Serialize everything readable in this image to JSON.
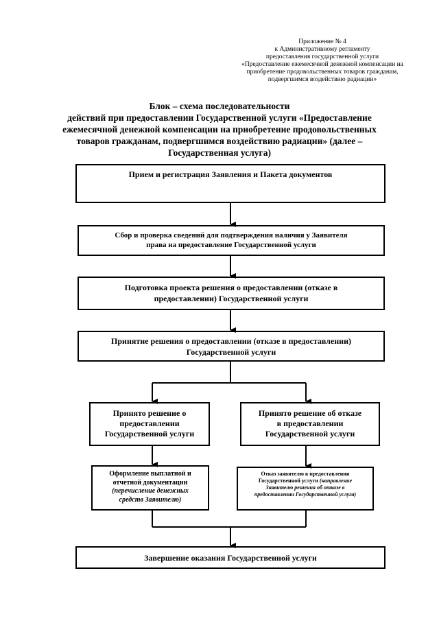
{
  "appendix": {
    "lines": [
      "Приложение № 4",
      "к Административному регламенту",
      "предоставления государственной услуги",
      "«Предоставление ежемесячной денежной компенсации на",
      "приобретение продовольственных товаров гражданам,",
      "подвергшимся воздействию радиации»"
    ]
  },
  "title": {
    "lines": [
      "Блок – схема последовательности",
      "действий при предоставлении Государственной услуги «Предоставление",
      "ежемесячной денежной компенсации на приобретение продовольственных",
      "товаров гражданам, подвергшимся воздействию радиации»  (далее –",
      "Государственная услуга)"
    ]
  },
  "steps": {
    "reception": {
      "lines": [
        "Прием и регистрация Заявления и Пакета документов"
      ]
    },
    "verification": {
      "lines": [
        "Сбор и проверка сведений для подтверждения наличия у Заявителя",
        "права  на предоставление Государственной услуги"
      ]
    },
    "draft": {
      "lines": [
        "Подготовка проекта решения о предоставлении (отказе в",
        "предоставлении) Государственной услуги"
      ]
    },
    "decision": {
      "lines": [
        "Принятие решения о предоставлении (отказе в предоставлении)",
        "Государственной услуги"
      ]
    },
    "approved": {
      "lines": [
        "Принято решение о",
        "предоставлении",
        "Государственной услуги"
      ]
    },
    "refused": {
      "lines": [
        "Принято решение об отказе",
        "в  предоставлении",
        "Государственной услуги"
      ]
    },
    "payment": {
      "bold_lines": [
        "Оформление выплатной и",
        "отчетной документации"
      ],
      "italic_lines": [
        "(перечисление денежных",
        "средств Заявителю)"
      ]
    },
    "refusal_notice": {
      "line1": "Отказ заявителю в предоставлении",
      "line2_plain": "Государственной услуги ",
      "line2_italic": "(направление",
      "italic_lines": [
        "Заявителю решения об отказе в",
        "предоставлении Государственной услуги)"
      ]
    },
    "completion": {
      "lines": [
        "Завершение оказания Государственной услуги"
      ]
    }
  }
}
